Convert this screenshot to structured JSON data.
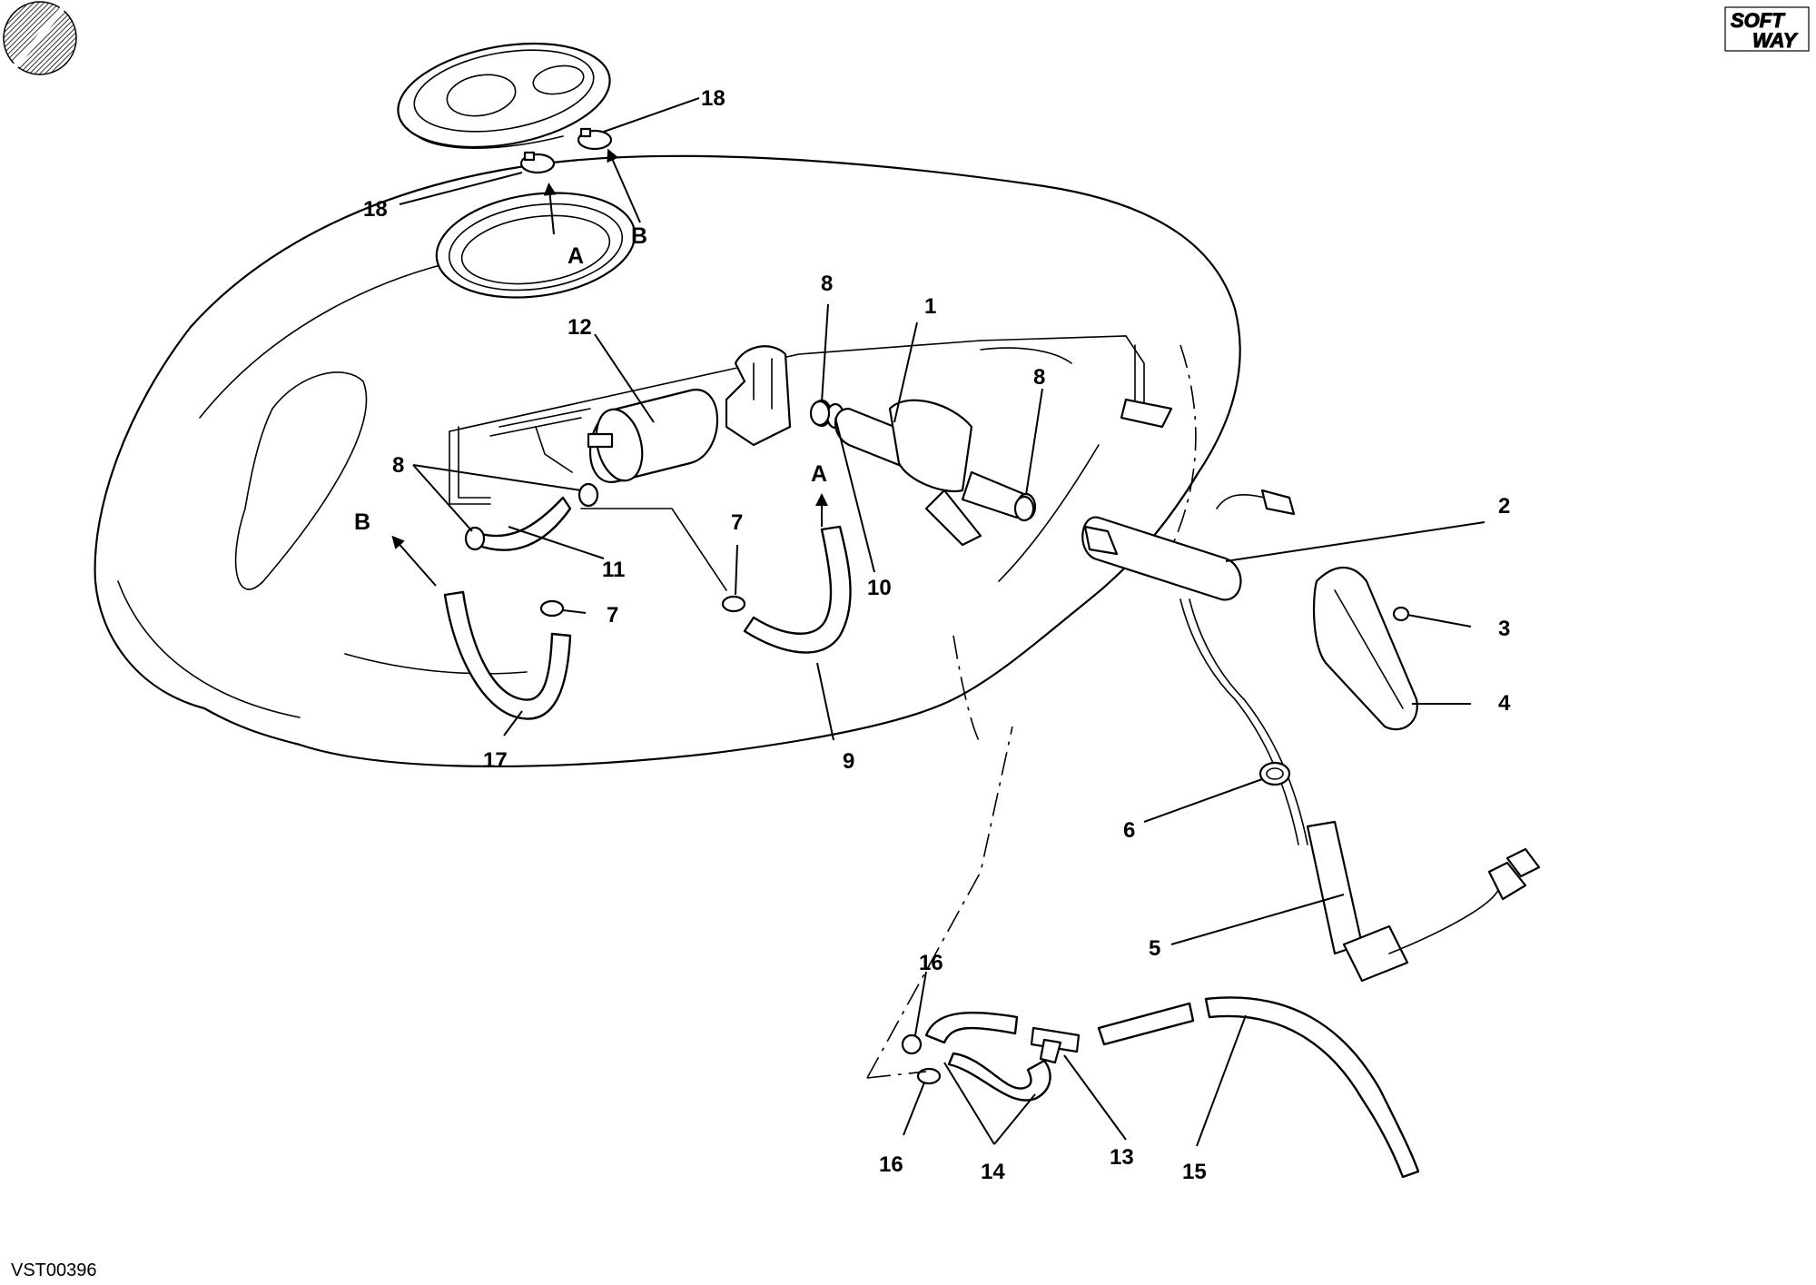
{
  "document": {
    "code": "VST00396",
    "logo_text": [
      "SOFT",
      "WAY"
    ]
  },
  "callouts": {
    "c1": "1",
    "c2": "2",
    "c3": "3",
    "c4": "4",
    "c5": "5",
    "c6": "6",
    "c7a": "7",
    "c7b": "7",
    "c8a": "8",
    "c8b": "8",
    "c8c": "8",
    "c9": "9",
    "c10": "10",
    "c11": "11",
    "c12": "12",
    "c13": "13",
    "c14": "14",
    "c15": "15",
    "c16a": "16",
    "c16b": "16",
    "c17": "17",
    "c18a": "18",
    "c18b": "18"
  },
  "letters": {
    "a_top": "A",
    "b_top": "B",
    "a_pipe": "A",
    "b_pipe": "B"
  }
}
